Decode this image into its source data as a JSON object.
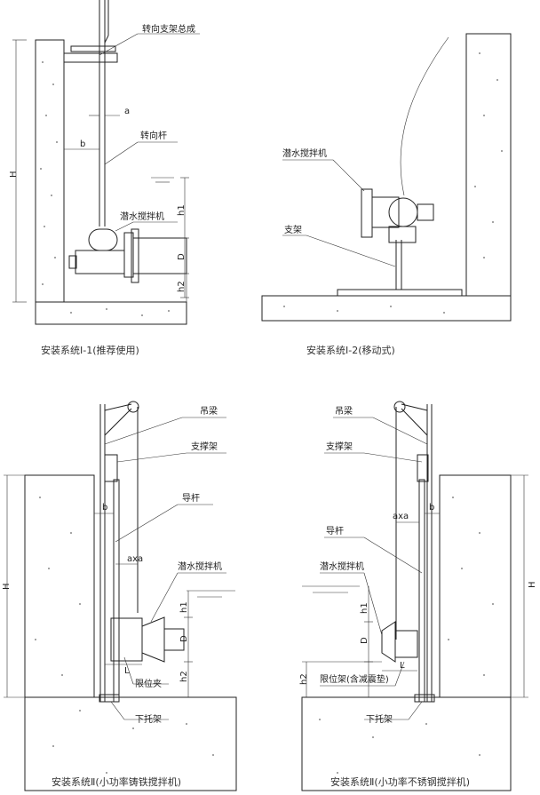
{
  "captions": {
    "d1": "安装系统Ⅰ-1(推荐使用)",
    "d2": "安装系统Ⅰ-2(移动式)",
    "d3": "安装系统Ⅱ(小功率铸铁搅拌机)",
    "d4": "安装系统Ⅱ(小功率不锈钢搅拌机)"
  },
  "labels": {
    "turning_bracket_assembly": "转向支架总成",
    "turning_rod": "转向杆",
    "submersible_mixer": "潜水搅拌机",
    "support": "支架",
    "hoist_beam": "吊梁",
    "support_frame": "支撑架",
    "guide_rod": "导杆",
    "limit_clamp": "限位夹",
    "limit_frame_with_damper": "限位架(含减震垫)",
    "bottom_bracket": "下托架"
  },
  "dims": {
    "H": "H",
    "a": "a",
    "b": "b",
    "h1": "h1",
    "h2": "h2",
    "D": "D",
    "L": "L",
    "axa": "axa"
  }
}
